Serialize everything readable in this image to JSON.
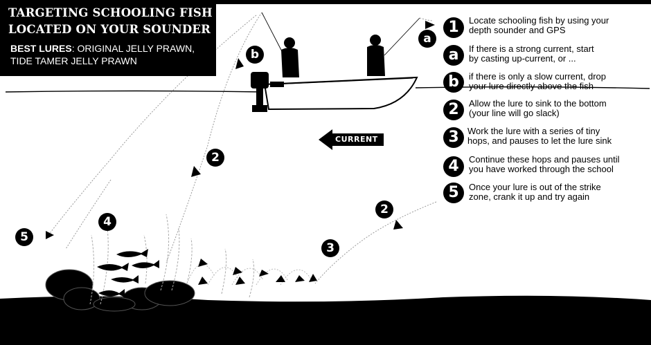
{
  "title": {
    "line1": "TARGETING SCHOOLING FISH",
    "line2": "LOCATED ON YOUR SOUNDER",
    "lures_label": "BEST LURES",
    "lures_sep": ": ",
    "lures_line1": "ORIGINAL JELLY PRAWN,",
    "lures_line2": "TIDE TAMER JELLY PRAWN"
  },
  "steps": [
    {
      "badge": "1",
      "line1": "Locate schooling fish by using your",
      "line2": "depth sounder and GPS"
    },
    {
      "badge": "a",
      "line1": "If there is a strong current, start",
      "line2": "by casting up-current, or ..."
    },
    {
      "badge": "b",
      "line1": "if there is only a slow current, drop",
      "line2": "your lure directly above the fish"
    },
    {
      "badge": "2",
      "line1": "Allow the lure to sink to the bottom",
      "line2": "(your line will go slack)"
    },
    {
      "badge": "3",
      "line1": "Work the lure with a series of tiny",
      "line2": "hops, and pauses to let the lure sink"
    },
    {
      "badge": "4",
      "line1": "Continue these hops and pauses until",
      "line2": "you have worked through the school"
    },
    {
      "badge": "5",
      "line1": "Once your lure is out of the strike",
      "line2": "zone, crank it up and try again"
    }
  ],
  "current": {
    "label": "CURRENT"
  },
  "markers": {
    "a": "a",
    "b": "b",
    "two_left": "2",
    "two_right": "2",
    "three": "3",
    "four": "4",
    "five": "5"
  }
}
